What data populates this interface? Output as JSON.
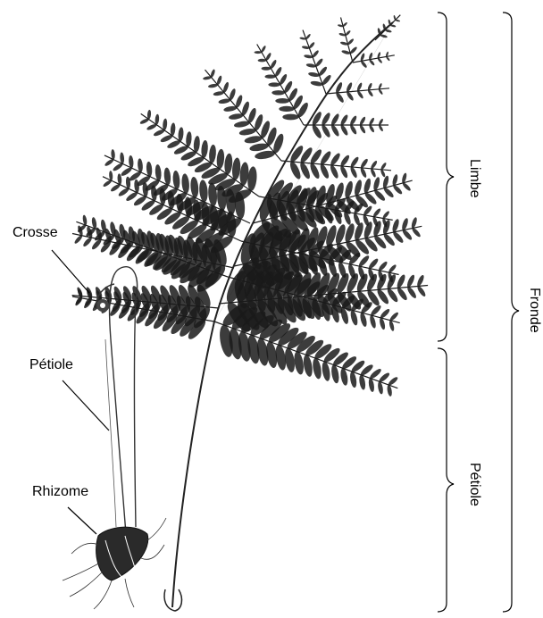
{
  "labels": {
    "crosse": "Crosse",
    "petiole_left": "Pétiole",
    "rhizome": "Rhizome",
    "limbe": "Limbe",
    "petiole_right": "Pétiole",
    "fronde": "Fronde"
  },
  "colors": {
    "ink": "#000000",
    "background": "#ffffff",
    "leaf": "#1a1a1a"
  }
}
